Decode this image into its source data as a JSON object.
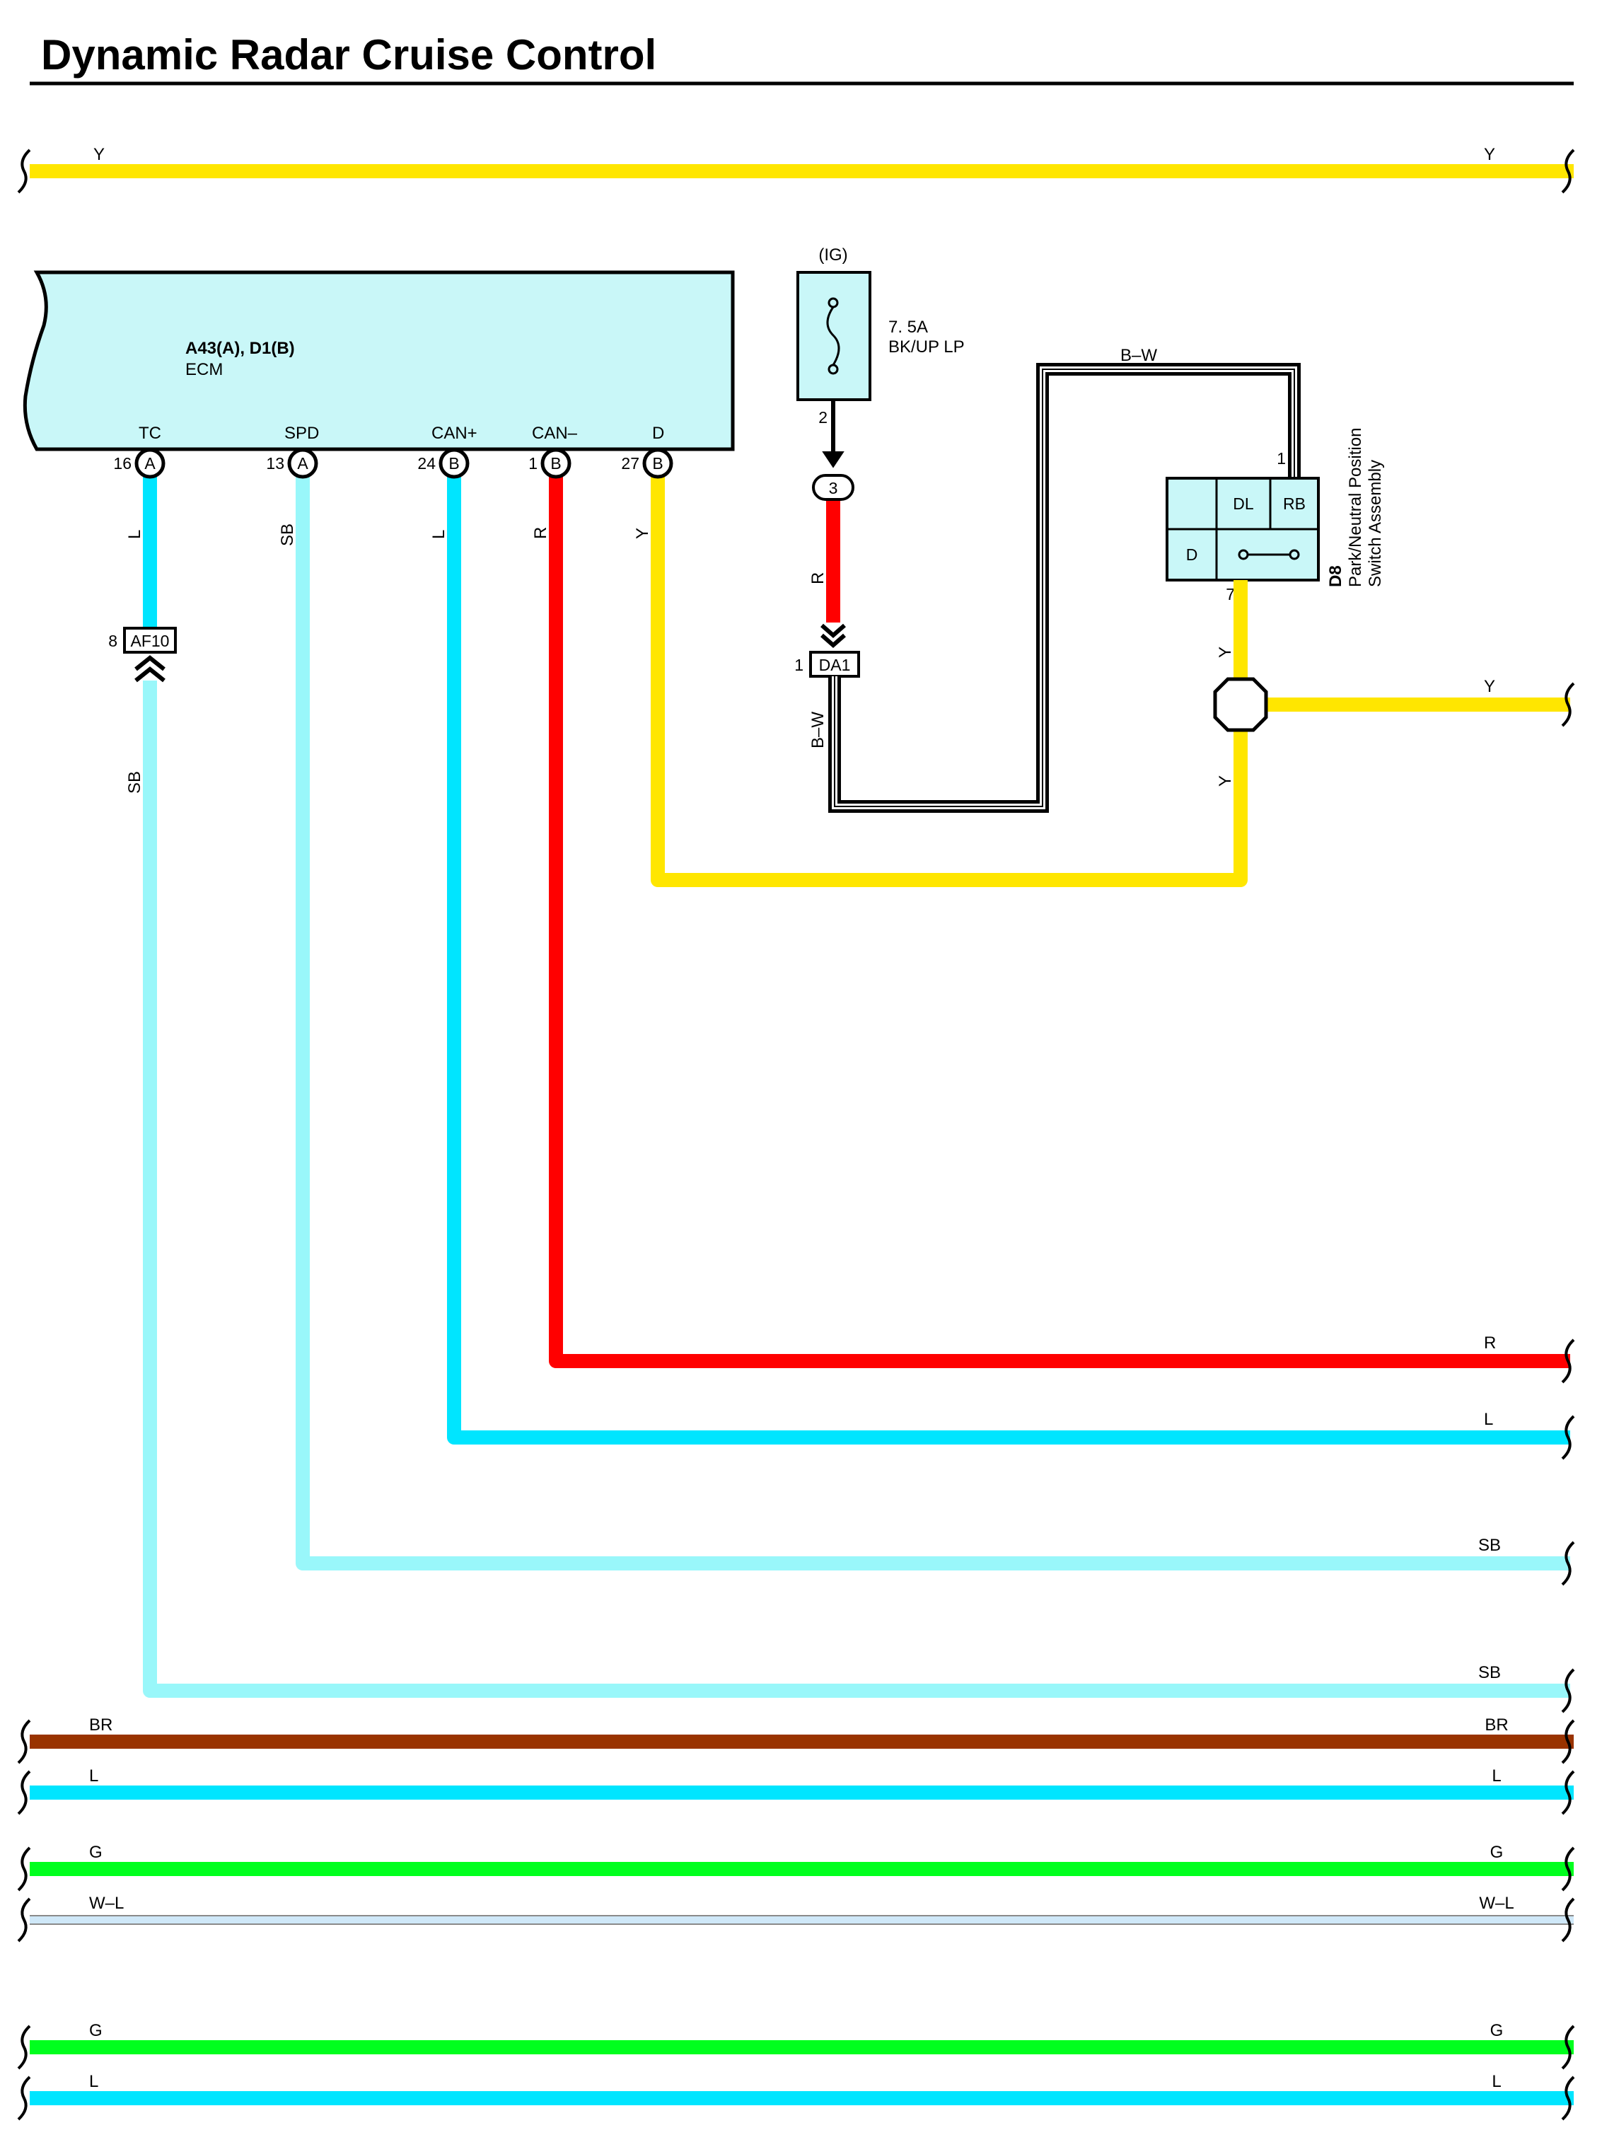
{
  "title": "Dynamic Radar Cruise Control",
  "colors": {
    "Y": "#ffe600",
    "L": "#00e5ff",
    "SB": "#99f7fa",
    "R": "#ff0000",
    "BR": "#993300",
    "G": "#00ff1e",
    "W-L": "#cfe8f8",
    "B-W": "#000000",
    "ecm_fill": "#c9f7f8",
    "switch_fill": "#c9f7f8",
    "fuse_fill": "#c9f7f8"
  },
  "ecm": {
    "code": "A43(A), D1(B)",
    "name": "ECM",
    "pins": [
      {
        "name": "TC",
        "num": "16",
        "conn": "A",
        "wire": "L"
      },
      {
        "name": "SPD",
        "num": "13",
        "conn": "A",
        "wire": "SB"
      },
      {
        "name": "CAN+",
        "num": "24",
        "conn": "B",
        "wire": "L"
      },
      {
        "name": "CAN–",
        "num": "1",
        "conn": "B",
        "wire": "R"
      },
      {
        "name": "D",
        "num": "27",
        "conn": "B",
        "wire": "Y"
      }
    ]
  },
  "fuse": {
    "group": "(IG)",
    "rating": "7. 5A",
    "name": "BK/UP LP",
    "pin": "2"
  },
  "junction_3": {
    "label": "3",
    "wire": "R"
  },
  "connector_da1": {
    "label": "DA1",
    "pin": "1",
    "wire": "B–W"
  },
  "connector_af10": {
    "label": "AF10",
    "pin": "8",
    "wire_above": "L",
    "wire_below": "SB"
  },
  "switch": {
    "code": "D8",
    "name_line1": "Park/Neutral Position",
    "name_line2": "Switch Assembly",
    "cells": [
      "DL",
      "RB",
      "D"
    ],
    "pin_top": "1",
    "pin_bottom": "7",
    "top_wire": "B–W",
    "bottom_wire_upper": "Y",
    "bottom_wire_lower": "Y",
    "junction_wire_right": "Y"
  },
  "buses": {
    "top": {
      "left": "Y",
      "right": "Y"
    },
    "right_ends": [
      "R",
      "L",
      "SB",
      "SB"
    ],
    "bottom": [
      {
        "left": "BR",
        "right": "BR"
      },
      {
        "left": "L",
        "right": "L"
      },
      {
        "left": "G",
        "right": "G"
      },
      {
        "left": "W–L",
        "right": "W–L"
      },
      {
        "left": "G",
        "right": "G"
      },
      {
        "left": "L",
        "right": "L"
      }
    ]
  }
}
